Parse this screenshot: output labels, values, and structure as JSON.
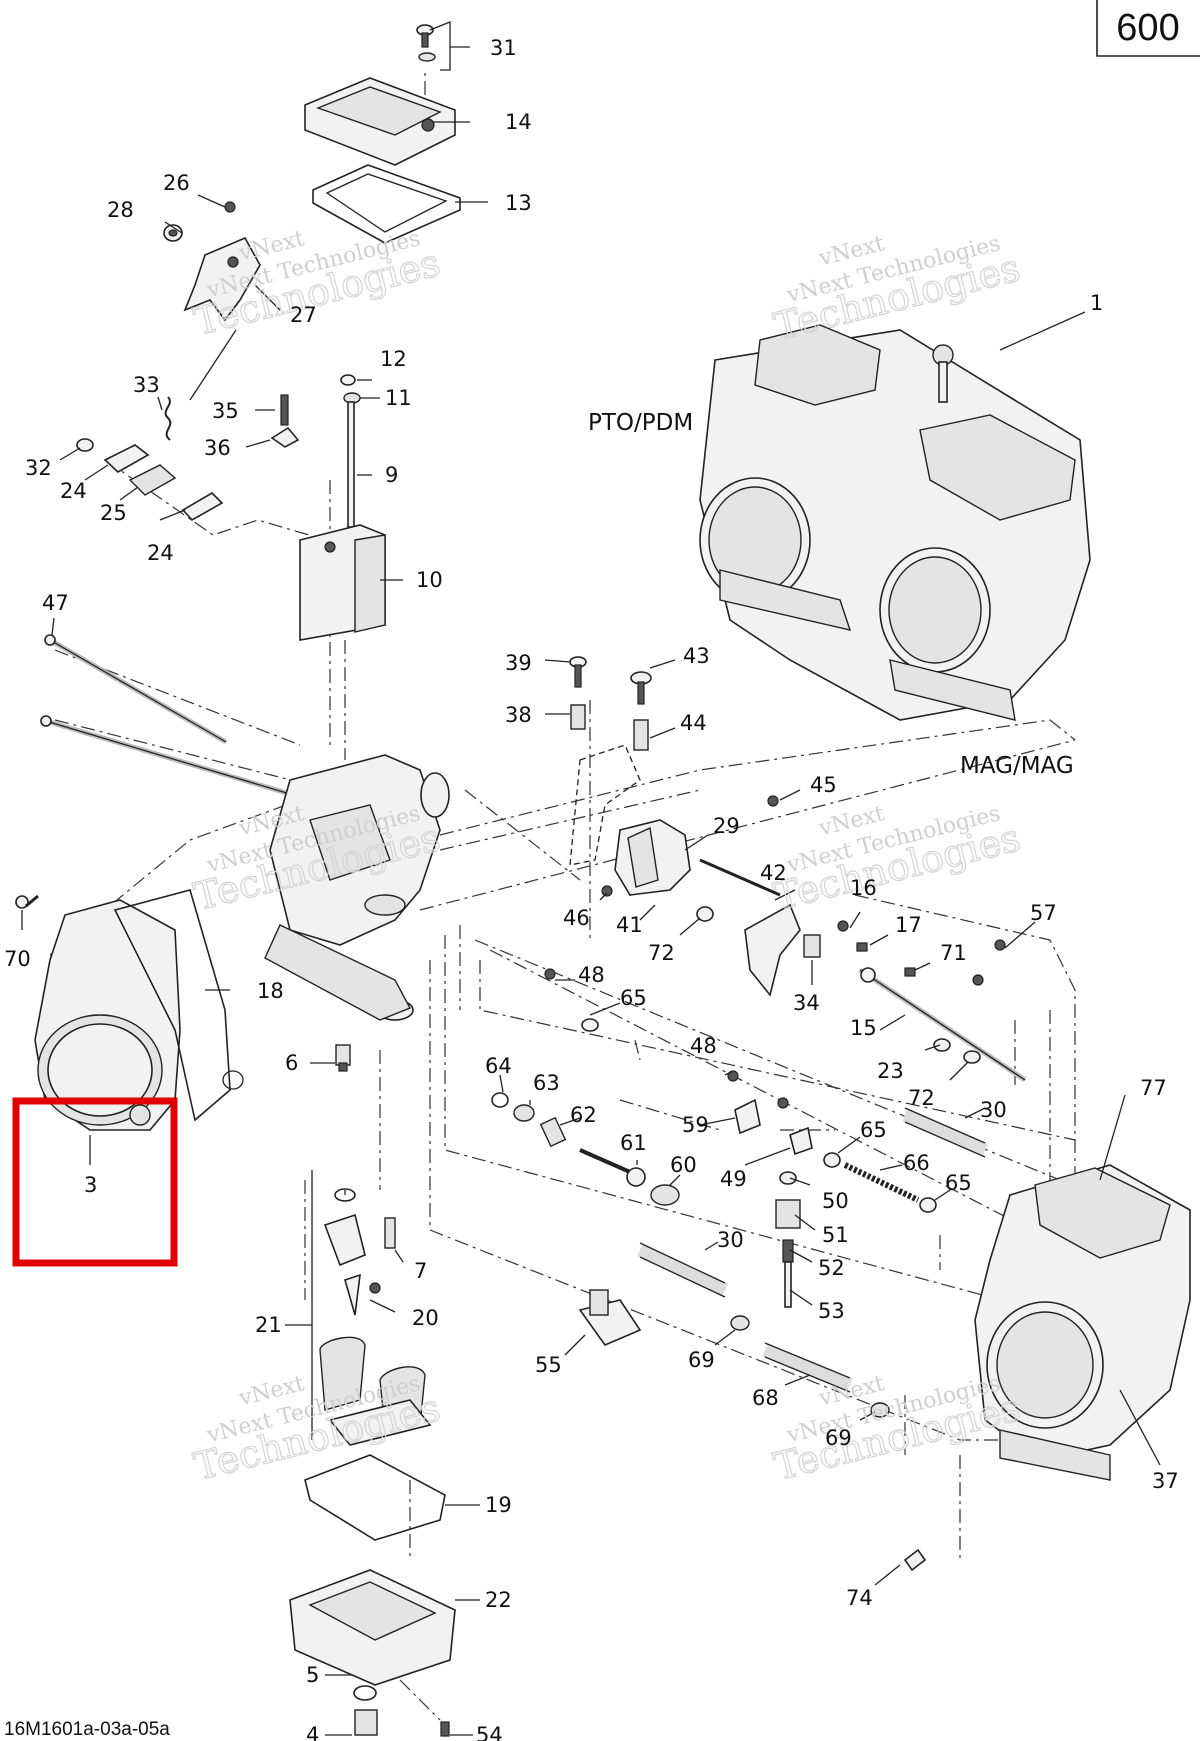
{
  "page_number": "600",
  "drawing_reference": "16M1601a-03a-05a",
  "section_labels": {
    "pto": "PTO/PDM",
    "mag": "MAG/MAG"
  },
  "watermark": {
    "line1": "vNext Technologies",
    "line2": "vNext",
    "line3": "Technologies"
  },
  "highlight": {
    "part": "3",
    "color": "#e10000"
  },
  "callouts": [
    "1",
    "3",
    "4",
    "5",
    "6",
    "7",
    "9",
    "10",
    "11",
    "12",
    "13",
    "14",
    "15",
    "16",
    "17",
    "18",
    "19",
    "20",
    "21",
    "22",
    "23",
    "24",
    "24",
    "25",
    "26",
    "27",
    "28",
    "29",
    "30",
    "30",
    "31",
    "32",
    "33",
    "34",
    "35",
    "36",
    "37",
    "38",
    "39",
    "41",
    "42",
    "43",
    "44",
    "45",
    "46",
    "47",
    "48",
    "48",
    "49",
    "50",
    "51",
    "52",
    "53",
    "54",
    "55",
    "57",
    "59",
    "60",
    "61",
    "62",
    "63",
    "64",
    "65",
    "65",
    "65",
    "66",
    "68",
    "69",
    "69",
    "70",
    "71",
    "72",
    "72",
    "74",
    "77"
  ]
}
